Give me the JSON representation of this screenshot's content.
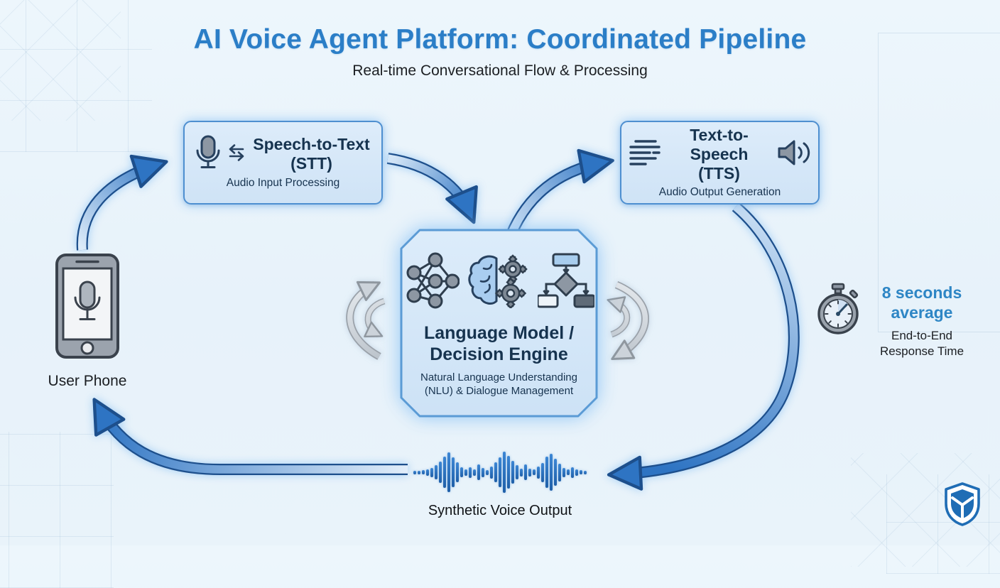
{
  "header": {
    "title": "AI Voice Agent Platform: Coordinated Pipeline",
    "subtitle": "Real-time Conversational Flow & Processing"
  },
  "nodes": {
    "stt": {
      "line1": "Speech-to-Text",
      "line2": "(STT)",
      "subtitle": "Audio Input Processing",
      "icons": [
        "microphone-icon",
        "transfer-arrows-icon"
      ]
    },
    "tts": {
      "line1": "Text-to-Speech",
      "line2": "(TTS)",
      "subtitle": "Audio Output Generation",
      "icons": [
        "text-lines-icon",
        "speaker-waves-icon"
      ]
    },
    "engine": {
      "line1": "Language Model /",
      "line2": "Decision Engine",
      "sub_line1": "Natural Language Understanding",
      "sub_line2": "(NLU) & Dialogue Management",
      "icons": [
        "neural-network-icon",
        "brain-gears-icon",
        "flowchart-icon"
      ]
    },
    "phone": {
      "label": "User Phone",
      "icon": "smartphone-microphone-icon"
    },
    "voice_output": {
      "label": "Synthetic Voice Output",
      "icon": "audio-waveform"
    }
  },
  "metric": {
    "value_line1": "8 seconds",
    "value_line2": "average",
    "desc_line1": "End-to-End",
    "desc_line2": "Response Time",
    "icon": "stopwatch-icon"
  },
  "logo": {
    "icon": "shield-logo-icon"
  },
  "flow_arrows": [
    "phone-to-stt",
    "stt-to-engine",
    "engine-to-tts",
    "tts-to-voice-output",
    "voice-output-to-phone",
    "engine-cycle-left",
    "engine-cycle-right"
  ],
  "colors": {
    "accent_blue": "#2b7ec7",
    "dark_navy": "#16334f",
    "arrow_blue": "#2e74c3",
    "arrow_outline": "#1d4f8c",
    "metric_blue": "#2e86c5",
    "box_fill": "#d7e8f8",
    "box_border": "#4e8fd0",
    "waveform_blue": "#2f77c6",
    "shield_blue": "#1f6db5",
    "background": "#e9f3fa"
  },
  "waveform_bars": [
    5,
    5,
    6,
    9,
    13,
    20,
    30,
    44,
    56,
    42,
    28,
    14,
    9,
    15,
    9,
    22,
    13,
    7,
    17,
    28,
    42,
    58,
    46,
    32,
    20,
    11,
    22,
    11,
    8,
    17,
    27,
    44,
    52,
    38,
    25,
    13,
    8,
    15,
    9,
    6,
    5
  ]
}
